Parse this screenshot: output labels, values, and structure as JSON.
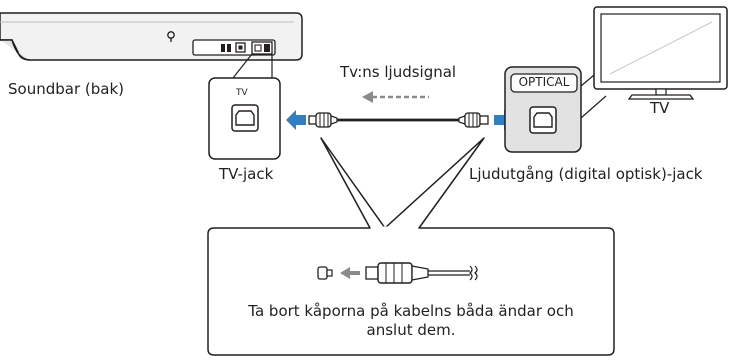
{
  "labels": {
    "soundbar": "Soundbar (bak)",
    "tv": "TV",
    "tv_jack": "TV-jack",
    "signal": "Tv:ns ljudsignal",
    "output_jack": "Ljudutgång (digital optisk)-jack",
    "tv_port_label": "TV",
    "optical_label": "OPTICAL",
    "instruction_line1": "Ta bort kåporna på kabelns båda ändar och",
    "instruction_line2": "anslut dem."
  },
  "colors": {
    "accent_blue": "#2f7fc1",
    "arrow_gray": "#8a8a8a",
    "line": "#231f20"
  }
}
